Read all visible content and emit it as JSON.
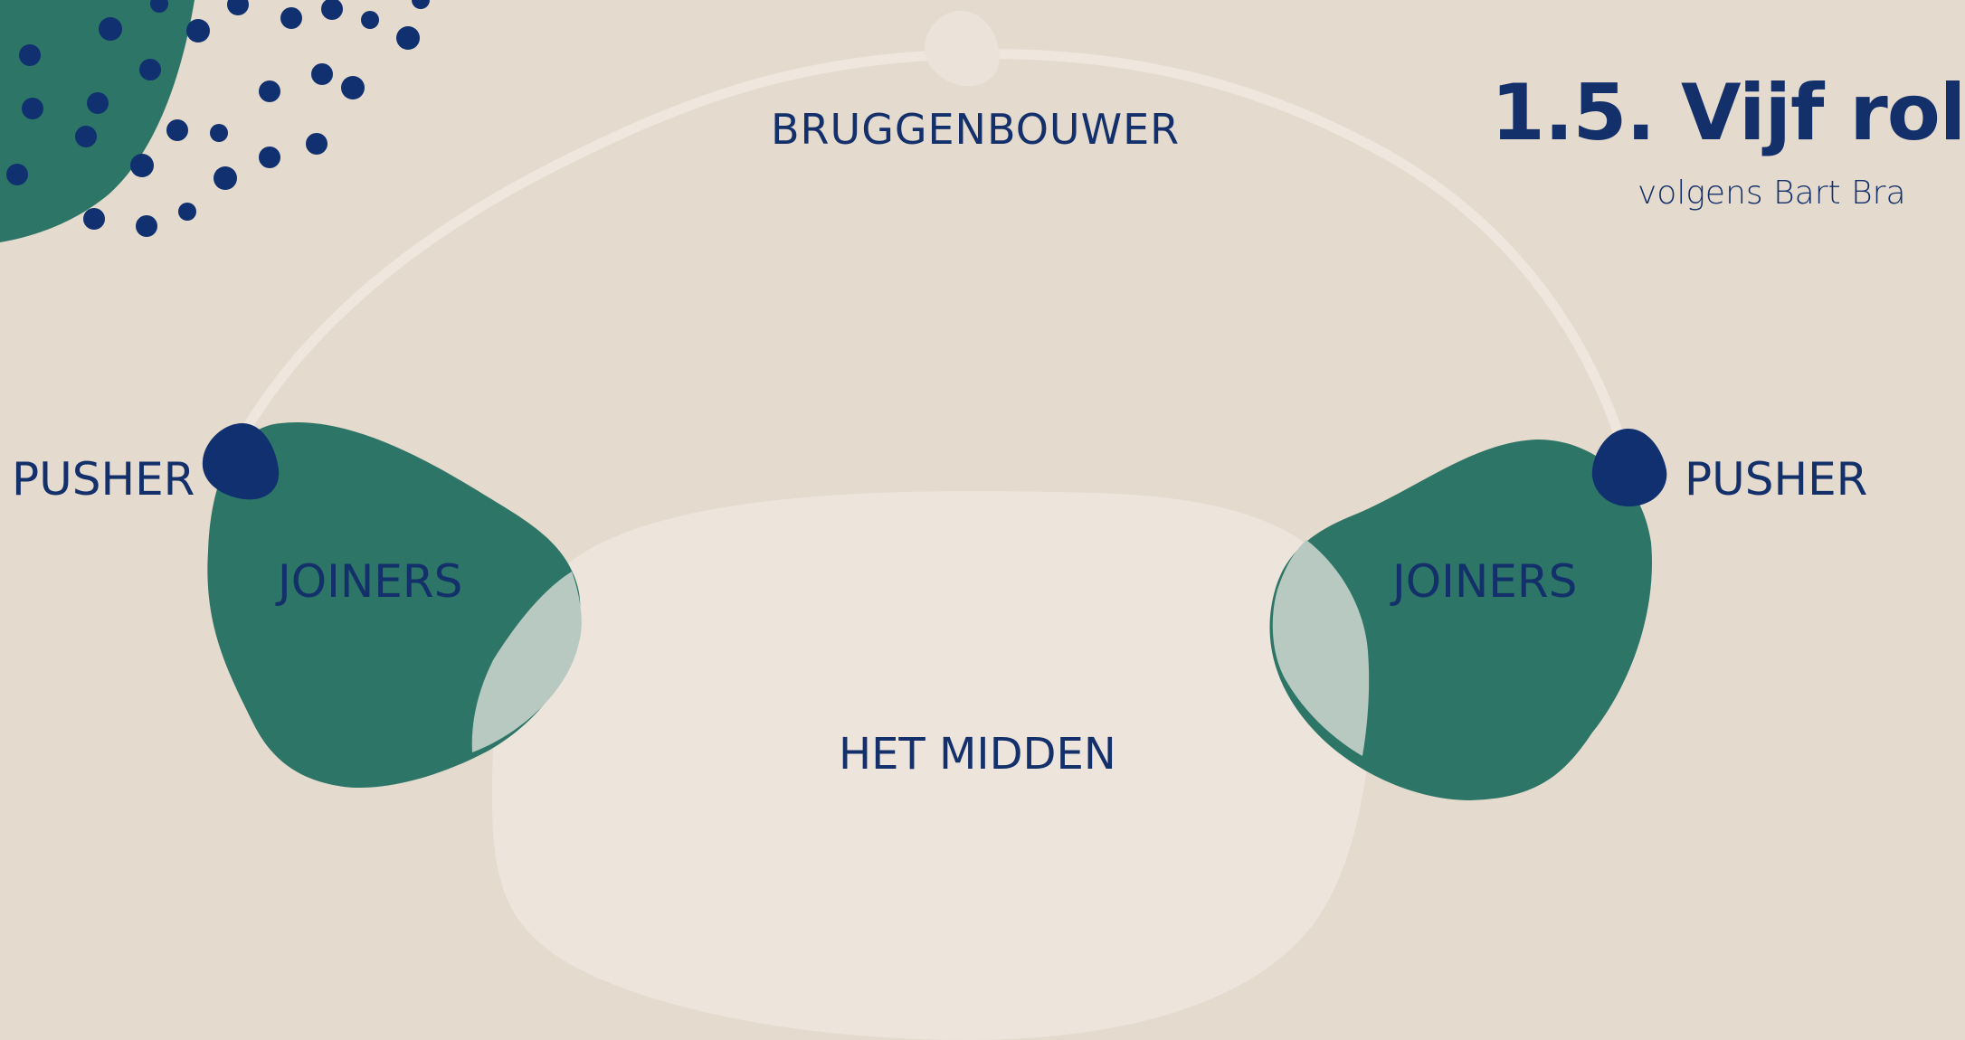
{
  "slide": {
    "title": "1.5. Vijf rol",
    "subtitle": "volgens Bart Bra"
  },
  "diagram": {
    "bridge_label": "BRUGGENBOUWER",
    "left_pusher_label": "PUSHER",
    "right_pusher_label": "PUSHER",
    "left_joiners_label": "JOINERS",
    "right_joiners_label": "JOINERS",
    "middle_label": "HET MIDDEN"
  },
  "colors": {
    "background": "#e5dace",
    "joiners_green": "#2d7566",
    "pusher_navy": "#10306f",
    "middle_cream": "#ede4db",
    "overlap": "#b7c9c0",
    "bridge_line": "#efe7de",
    "text_navy": "#13306b"
  }
}
